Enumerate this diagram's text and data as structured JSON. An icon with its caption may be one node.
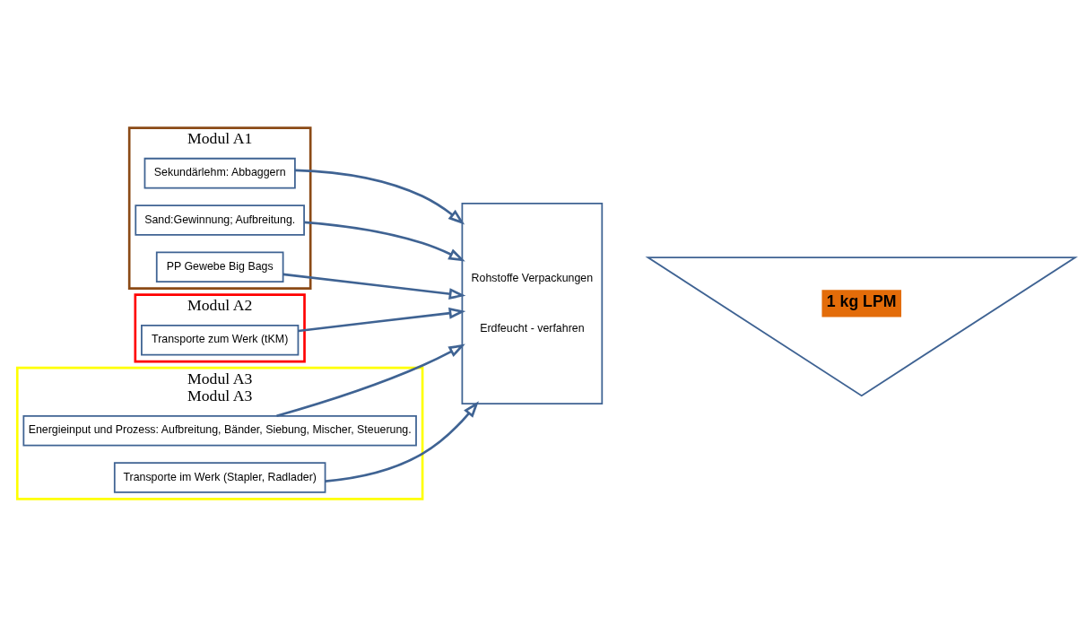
{
  "diagram": {
    "nodes": [
      {
        "text": [
          "Modul A1"
        ]
      },
      {
        "text": [
          "Sekundärlehm: Abbaggern"
        ],
        "in": 0
      },
      {
        "text": [
          "Sand:Gewinnung; Aufbreitung."
        ],
        "in": 0
      },
      {
        "text": [
          "PP Gewebe Big Bags"
        ],
        "in": 0
      },
      {
        "text": [
          "Modul A2"
        ]
      },
      {
        "text": [
          "Transporte zum Werk (tKM)"
        ],
        "in": 4
      },
      {
        "text": [
          "Modul A3",
          "Modul A3"
        ]
      },
      {
        "text": [
          "Energieinput und Prozess: Aufbreitung, Bänder, Siebung, Mischer, Steuerung."
        ],
        "in": 6
      },
      {
        "text": [
          "Transporte im Werk (Stapler, Radlader)"
        ],
        "in": 6
      },
      {
        "text": [
          "Rohstoffe Verpackungen",
          "Erdfeucht - verfahren"
        ]
      },
      {
        "text": [
          "1 kg LPM"
        ]
      }
    ],
    "edges": [
      {
        "from": 1,
        "to": 9,
        "arrow": "to"
      },
      {
        "from": 2,
        "to": 9,
        "arrow": "to"
      },
      {
        "from": 3,
        "to": 9,
        "arrow": "to"
      },
      {
        "from": 5,
        "to": 9,
        "arrow": "to"
      },
      {
        "from": 7,
        "to": 9,
        "arrow": "to"
      },
      {
        "from": 8,
        "to": 9,
        "arrow": "to"
      }
    ]
  }
}
